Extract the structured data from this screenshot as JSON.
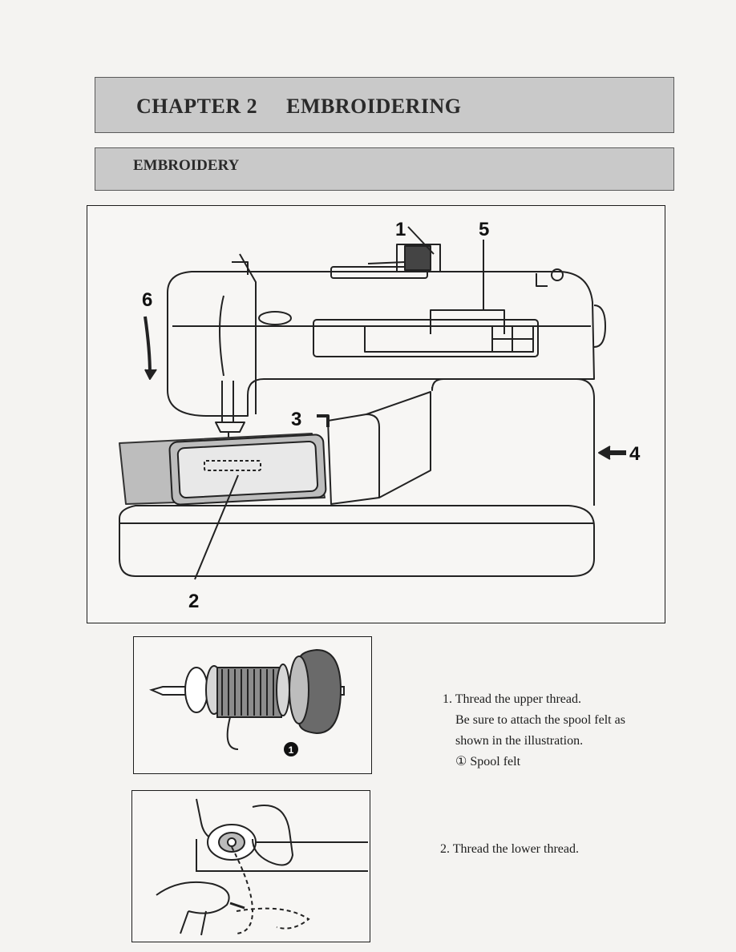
{
  "header": {
    "chapter_number": "CHAPTER 2",
    "chapter_name": "EMBROIDERING",
    "section": "EMBROIDERY"
  },
  "machine_figure": {
    "callouts": [
      "1",
      "2",
      "3",
      "4",
      "5",
      "6"
    ]
  },
  "spool_figure": {
    "marker": "1"
  },
  "steps": {
    "step1": {
      "title": "1.  Thread the upper thread.",
      "line2": "Be sure to attach the spool felt as",
      "line3": "shown in the illustration.",
      "line4": "① Spool felt"
    },
    "step2": {
      "title": "2.  Thread the lower thread."
    }
  }
}
